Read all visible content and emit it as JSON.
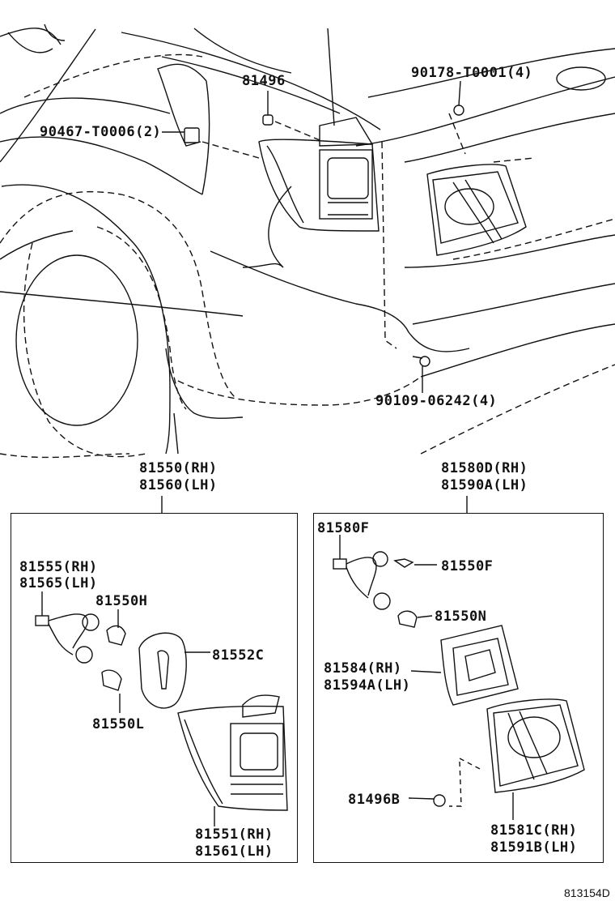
{
  "diagram_ref": "813154D",
  "vehicle_labels": {
    "p81496": "81496",
    "p90178": "90178-T0001(4)",
    "p90467": "90467-T0006(2)",
    "p90109": "90109-06242(4)"
  },
  "left_assembly": {
    "title_rh": "81550(RH)",
    "title_lh": "81560(LH)",
    "socket_rh": "81555(RH)",
    "socket_lh": "81565(LH)",
    "bulb_h": "81550H",
    "gasket": "81552C",
    "bulb_l": "81550L",
    "lens_rh": "81551(RH)",
    "lens_lh": "81561(LH)"
  },
  "right_assembly": {
    "title_rh": "81580D(RH)",
    "title_lh": "81590A(LH)",
    "socket": "81580F",
    "bulb_f": "81550F",
    "bulb_n": "81550N",
    "gasket_rh": "81584(RH)",
    "gasket_lh": "81594A(LH)",
    "clip": "81496B",
    "lens_rh": "81581C(RH)",
    "lens_lh": "81591B(LH)"
  },
  "colors": {
    "line": "#111111",
    "background": "#ffffff"
  }
}
